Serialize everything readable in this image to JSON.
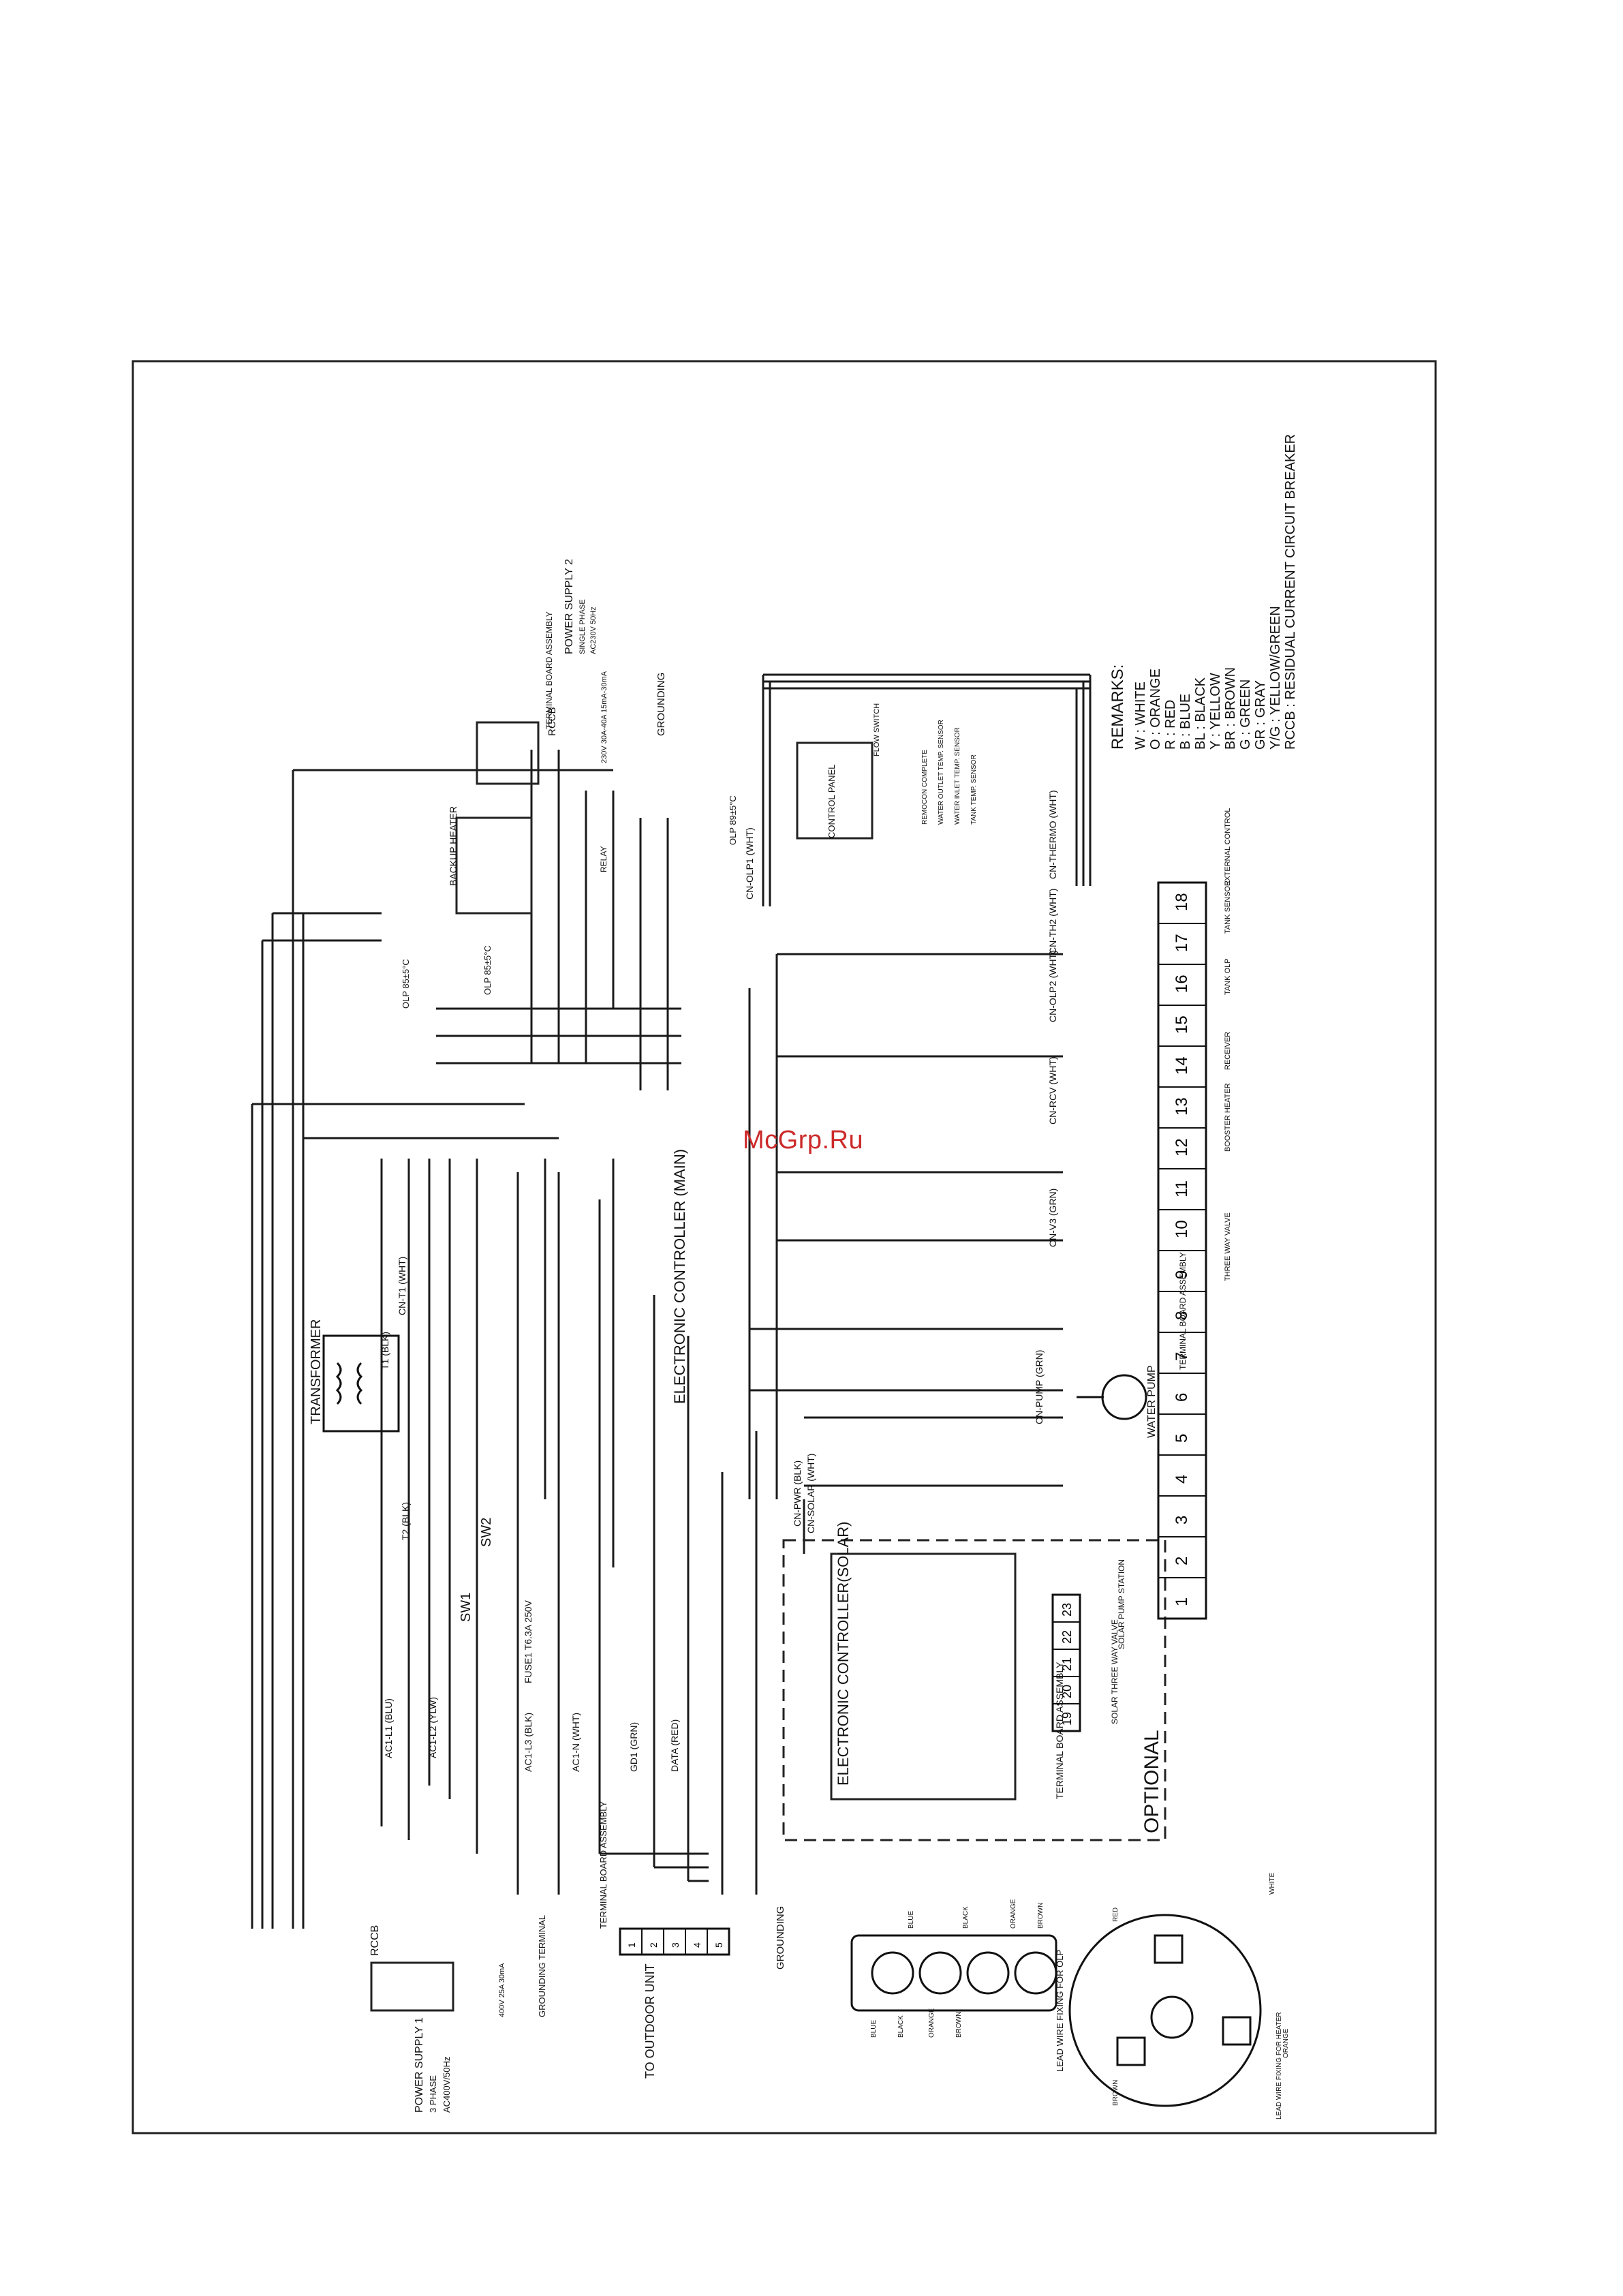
{
  "watermark": "McGrp.Ru",
  "remarks": {
    "title": "REMARKS:",
    "items": [
      "W : WHITE",
      "O : ORANGE",
      "R : RED",
      "B : BLUE",
      "BL : BLACK",
      "Y : YELLOW",
      "BR : BROWN",
      "G : GREEN",
      "GR : GRAY",
      "Y/G : YELLOW/GREEN",
      "RCCB : RESIDUAL CURRENT CIRCUIT BREAKER"
    ]
  },
  "power_supply_1": {
    "title": "POWER SUPPLY 1",
    "spec": "3 PHASE",
    "voltage": "AC400V/50Hz",
    "breaker": "RCCB",
    "rating": "400V 25A 30mA"
  },
  "power_supply_2": {
    "title": "POWER SUPPLY 2",
    "spec": "SINGLE PHASE",
    "voltage": "AC230V 50Hz",
    "breaker": "RCCB",
    "rating": "230V 30A-40A 15mA-30mA"
  },
  "grounding_labels": [
    "GROUNDING",
    "GROUNDING TERMINAL",
    "GROUNDING"
  ],
  "terminal_board_labels": [
    "TERMINAL BOARD ASSEMBLY",
    "TERMINAL BOARD ASSEMBLY",
    "TERMINAL BOARD ASSEMBLY",
    "TERMINAL BOARD ASSEMBLY"
  ],
  "to_outdoor": "TO OUTDOOR UNIT",
  "main_controller": "ELECTRONIC CONTROLLER (MAIN)",
  "solar_controller": "ELECTRONIC CONTROLLER(SOLAR)",
  "optional": "OPTIONAL",
  "transformer": "TRANSFORMER",
  "sw1": "SW1",
  "sw2": "SW2",
  "fuse": "FUSE1 T6.3A 250V",
  "backup_heater": "BACKUP HEATER",
  "water_pump": "WATER PUMP",
  "relay": "RELAY",
  "olp_labels": [
    "OLP 85±5°C",
    "OLP 85±5°C",
    "OLP 89±5°C"
  ],
  "control_panel": "CONTROL PANEL",
  "flow_switch": "FLOW SWITCH",
  "sensors": [
    "REMOCON COMPLETE",
    "WATER OUTLET TEMP. SENSOR",
    "WATER INLET TEMP. SENSOR",
    "TANK TEMP. SENSOR"
  ],
  "connectors_main": [
    "AC1-L1 (BLU)",
    "AC1-L2 (YLW)",
    "AC1-L3 (BLK)",
    "AC1-N (WHT)",
    "GD1 (GRN)",
    "DATA (RED)",
    "T1 (BLK)",
    "T2 (BLK)",
    "CN-T1 (WHT)",
    "CN-PWR (BLK)",
    "CN-SOLAR (WHT)",
    "CN-PUMP (GRN)",
    "CN-V3 (GRN)",
    "CN-RCV (WHT)",
    "CN-OLP2 (WHT)",
    "CN-TH2 (WHT)",
    "CN-THERMO (WHT)",
    "CN-OLP1 (WHT)"
  ],
  "term_bottom_numbers": [
    "1",
    "2",
    "3",
    "4",
    "5"
  ],
  "term_right_numbers": [
    "1",
    "2",
    "3",
    "4",
    "5",
    "6",
    "7",
    "8",
    "9",
    "10",
    "11",
    "12",
    "13",
    "14",
    "15",
    "16",
    "17",
    "18"
  ],
  "term_solar_numbers": [
    "19",
    "20",
    "21",
    "22",
    "23"
  ],
  "right_terminal_captions": [
    "THREE WAY VALVE",
    "BOOSTER HEATER",
    "RECEIVER",
    "TANK OLP",
    "TANK SENSOR",
    "EXTERNAL CONTROL"
  ],
  "solar_captions": [
    "SOLAR THREE WAY VALVE",
    "SOLAR PUMP STATION"
  ],
  "lead_fixing_1": "LEAD WIRE FIXING FOR OLP",
  "lead_fixing_2": "LEAD WIRE FIXING FOR HEATER",
  "lead_colors_1": [
    "BLUE",
    "BLACK",
    "ORANGE",
    "BROWN",
    "BLUE",
    "BLACK",
    "ORANGE",
    "BROWN"
  ],
  "lead_colors_2": [
    "RED",
    "WHITE",
    "ORANGE",
    "BROWN"
  ]
}
